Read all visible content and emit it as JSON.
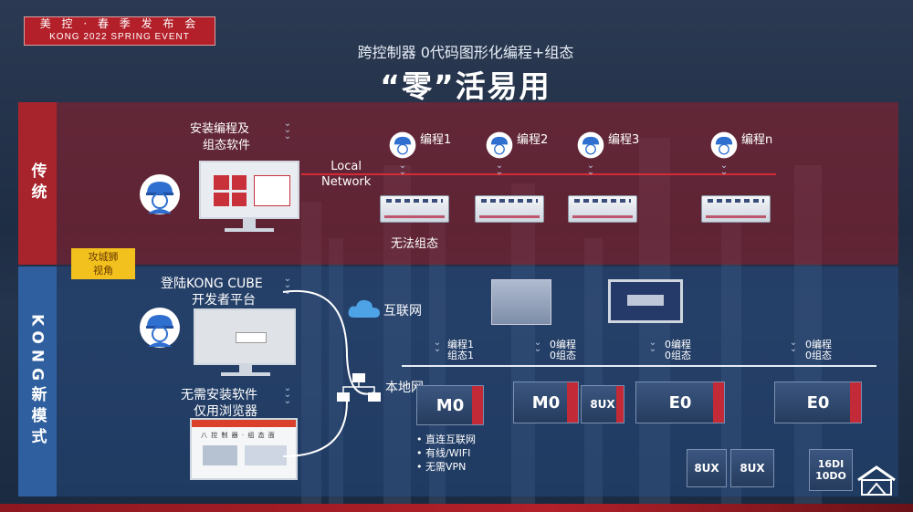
{
  "brand": {
    "line1": "美 控 · 春 季 发 布 会",
    "line2": "KONG 2022 SPRING EVENT"
  },
  "header": {
    "subtitle": "跨控制器 0代码图形化编程+组态",
    "title": "“零”活易用"
  },
  "sections": {
    "traditional": "传统",
    "new_mode": "KONG新模式"
  },
  "tag": {
    "line1": "攻城狮",
    "line2": "视角"
  },
  "traditional": {
    "install_label_1": "安装编程及",
    "install_label_2": "组态软件",
    "network_line1": "Local",
    "network_line2": "Network",
    "programs": [
      "编程1",
      "编程2",
      "编程3",
      "编程n"
    ],
    "no_config": "无法组态"
  },
  "new_mode": {
    "login_line1": "登陆KONG CUBE",
    "login_line2": "开发者平台",
    "browser_line1": "无需安装软件",
    "browser_line2": "仅用浏览器",
    "internet": "互联网",
    "local_net": "本地网",
    "node_labels": [
      {
        "l1": "编程1",
        "l2": "组态1"
      },
      {
        "l1": "0编程",
        "l2": "0组态"
      },
      {
        "l1": "0编程",
        "l2": "0组态"
      },
      {
        "l1": "0编程",
        "l2": "0组态"
      }
    ],
    "modules": {
      "m0a": "M0",
      "m0b": "M0",
      "ux1": "8UX",
      "e0a": "E0",
      "e0b": "E0",
      "ux2": "8UX",
      "ux3": "8UX",
      "io_l1": "16DI",
      "io_l2": "10DO"
    },
    "bullets": [
      "直连互联网",
      "有线/WIFI",
      "无需VPN"
    ],
    "browser_window_title": "八 控 制 器 · 组 态 面"
  },
  "colors": {
    "brand_red": "#b3202a",
    "trad_band": "#a8242c",
    "new_band": "#2f5f9e",
    "tag_yellow": "#f2c11e"
  },
  "icons": [
    "worker-helmet-icon",
    "cloud-icon",
    "network-icon",
    "chevron-down-icon",
    "kong-logo-icon"
  ]
}
